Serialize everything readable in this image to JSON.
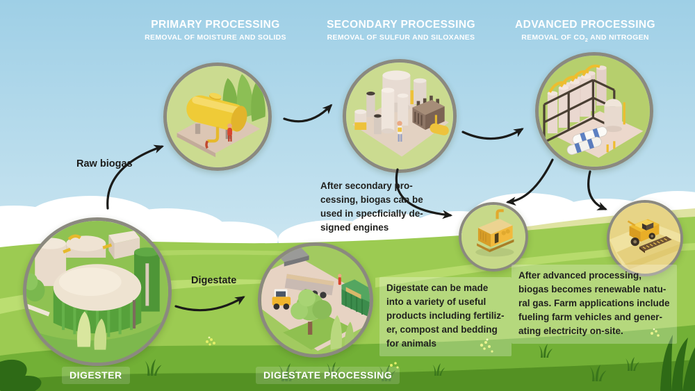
{
  "headers": {
    "primary": {
      "title": "PRIMARY PROCESSING",
      "subtitle": "REMOVAL OF MOISTURE AND SOLIDS"
    },
    "secondary": {
      "title": "SECONDARY PROCESSING",
      "subtitle": "REMOVAL OF SULFUR AND SILOXANES"
    },
    "advanced": {
      "title": "ADVANCED PROCESSING",
      "subtitle_prefix": "REMOVAL OF CO",
      "subtitle_sub": "2",
      "subtitle_suffix": " AND NITROGEN"
    }
  },
  "flow_labels": {
    "raw_biogas": "Raw biogas",
    "digestate": "Digestate"
  },
  "notes": {
    "engine": "After secondary pro-\ncessing, biogas can be\nused in specficially de-\nsigned engines",
    "digestate": "Digestate can be made\ninto a variety of useful\nproducts including fertiliz-\ner, compost and bedding\nfor animals",
    "advanced": "After advanced processing,\nbiogas becomes renewable natu-\nral gas. Farm applications include\nfueling farm vehicles and gener-\nating electricity on-site."
  },
  "node_labels": {
    "digester": "DIGESTER",
    "digestate_processing": "DIGESTATE PROCESSING"
  },
  "illustrations": {
    "primary": "yellow horizontal storage tank with worker and cypress trees",
    "secondary": "gas cleaning plant with vertical tanks and scrubber unit",
    "advanced": "vessel rack with yellow piping, dome tank and membrane units",
    "digester": "anaerobic digester tank with cream dome",
    "digestate": "truck hauling digestate past tree and storage bunker",
    "engine": "yellow biogas generator engine",
    "harvester": "yellow combine harvester in field"
  },
  "colors": {
    "sky_top": "#9ecfe6",
    "sky_horizon": "#ddeff6",
    "field": "#9ccb52",
    "field_light": "#c3e279",
    "foreground": "#72b036",
    "ground_dark": "#549123",
    "circle_ring": "#8b897f",
    "arrow": "#1b1b19",
    "header_text": "#ffffff",
    "note_text": "#21211f",
    "tank_yellow": "#efcb37",
    "vessel_cream": "#e9d6ce",
    "digester_green": "#56a13b"
  }
}
